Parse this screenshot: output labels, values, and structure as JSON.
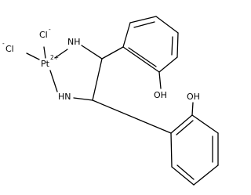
{
  "molecule": {
    "atoms": {
      "chloride_1": {
        "element": "Cl",
        "charge": "-"
      },
      "chloride_2": {
        "element": "Cl",
        "charge": "-"
      },
      "platinum": {
        "element": "Pt",
        "charge": "2+"
      },
      "amine_upper": {
        "label": "NH"
      },
      "amine_lower": {
        "label": "HN"
      },
      "hydroxyl_upper": {
        "label": "OH"
      },
      "hydroxyl_lower": {
        "label": "OH"
      }
    }
  }
}
